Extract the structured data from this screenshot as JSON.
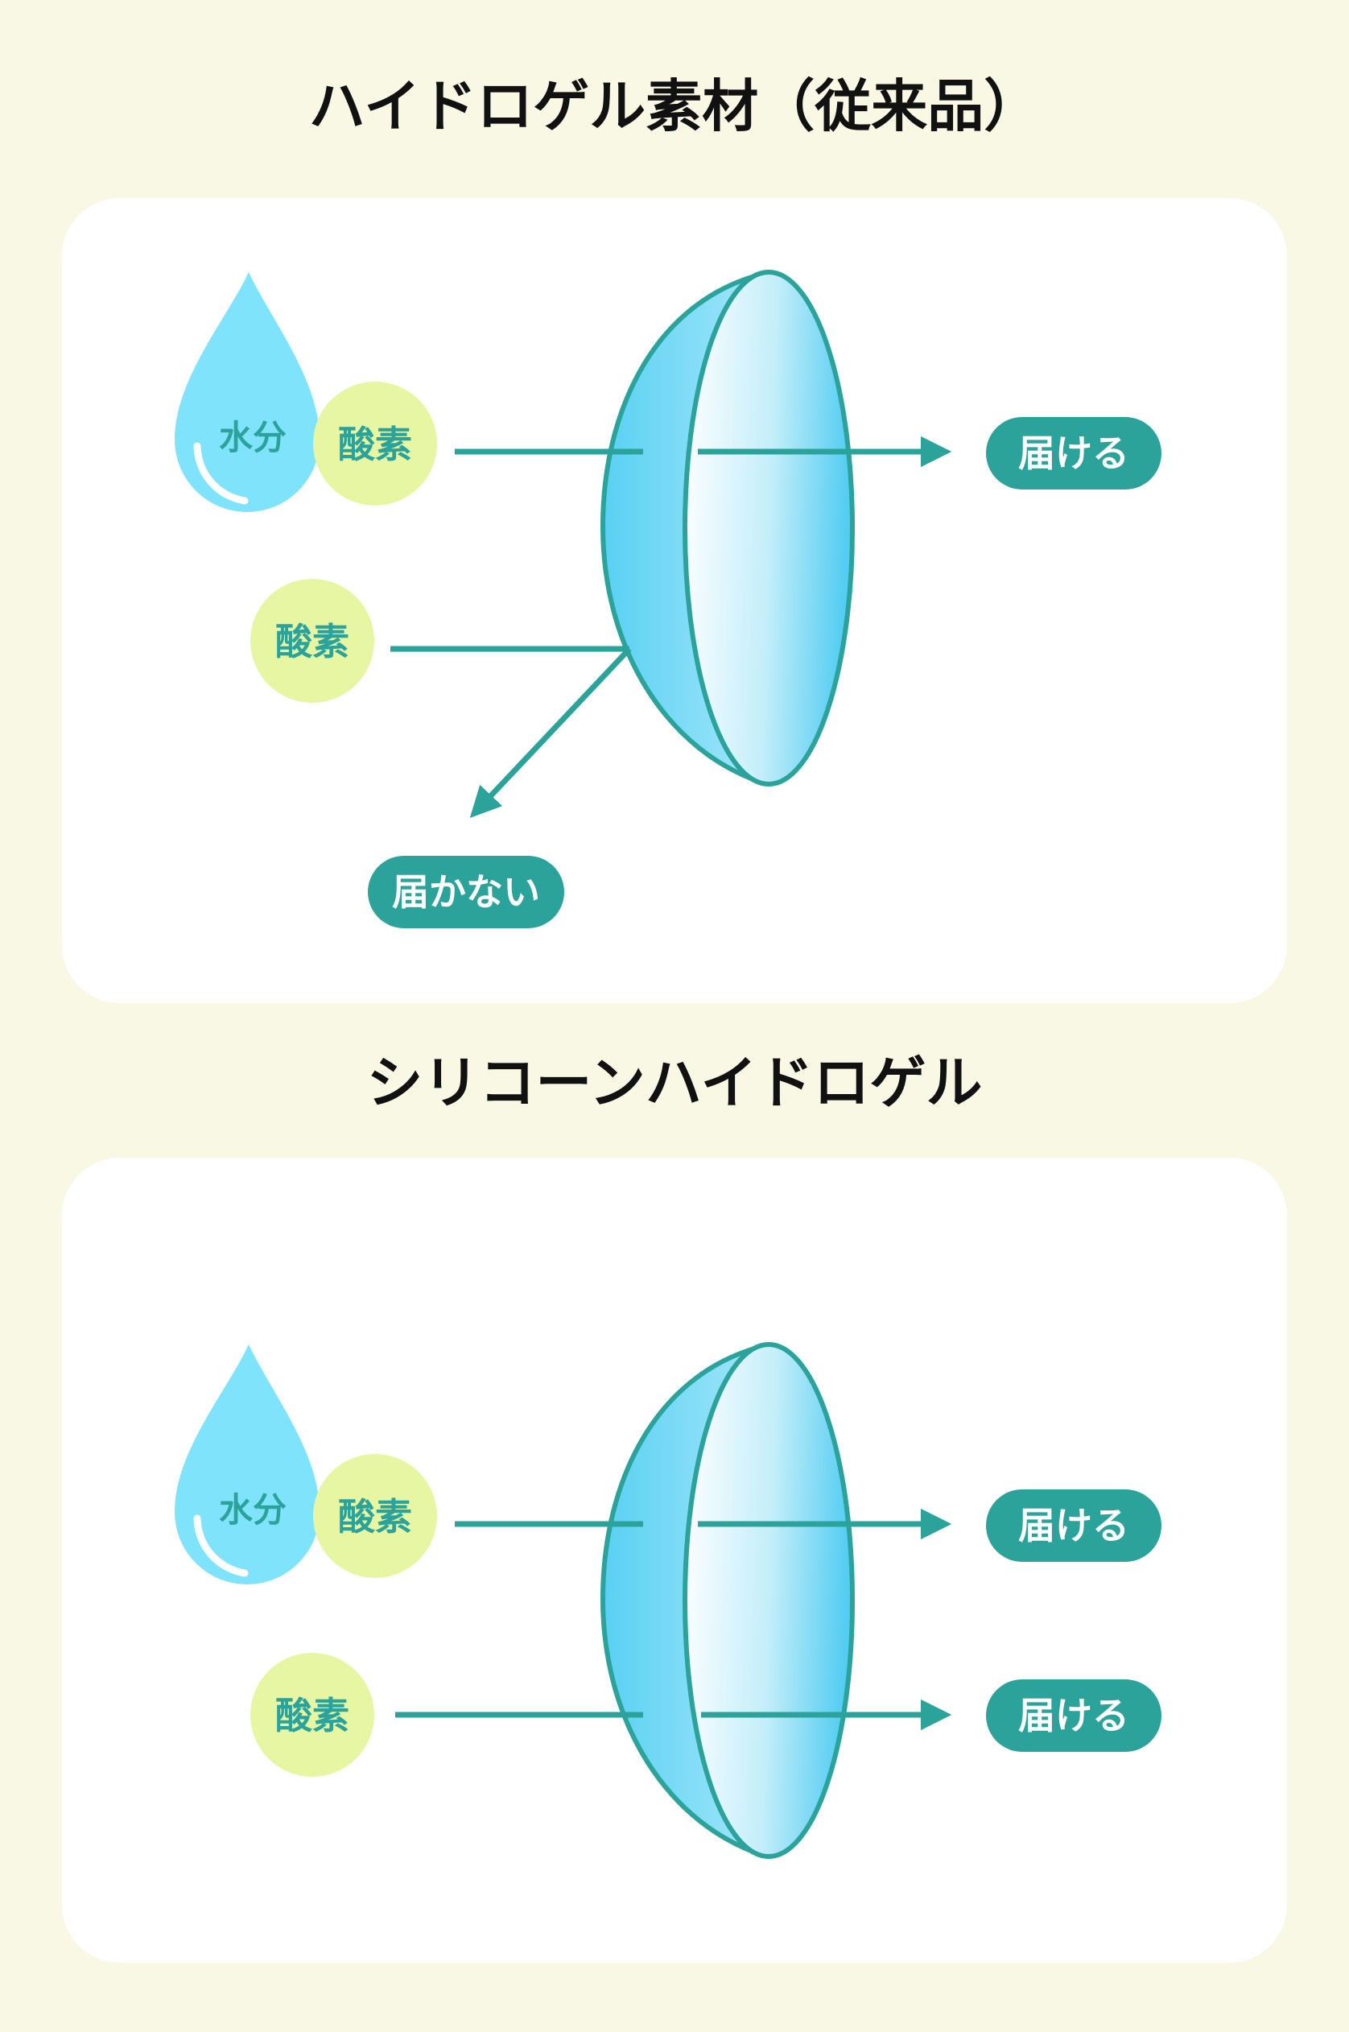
{
  "section1": {
    "title": "ハイドロゲル素材（従来品）",
    "water_label": "水分",
    "oxygen_top_label": "酸素",
    "oxygen_bottom_label": "酸素",
    "result_top": "届ける",
    "result_bottom": "届かない"
  },
  "section2": {
    "title": "シリコーンハイドロゲル",
    "water_label": "水分",
    "oxygen_top_label": "酸素",
    "oxygen_bottom_label": "酸素",
    "result_top": "届ける",
    "result_bottom": "届ける"
  },
  "colors": {
    "background": "#f8f8e4",
    "panel": "#ffffff",
    "water_drop": "#7fe3fb",
    "oxygen_bubble": "#e7f6a3",
    "teal": "#2ba39a",
    "lens_light": "#ffffff",
    "lens_dark": "#55cdf2"
  },
  "icons": [
    "water-drop-icon",
    "oxygen-bubble-icon",
    "contact-lens-icon",
    "arrow-icon"
  ]
}
